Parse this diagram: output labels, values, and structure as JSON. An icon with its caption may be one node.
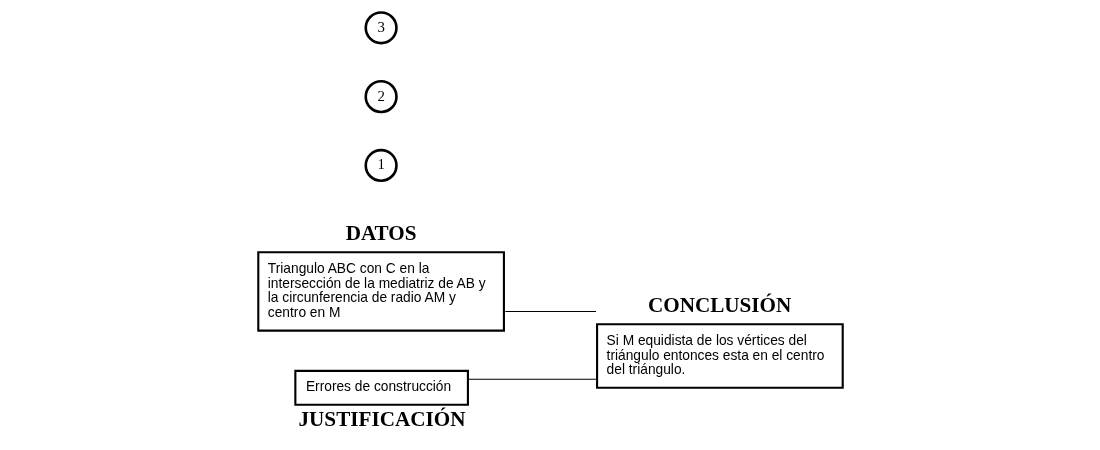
{
  "diagram": {
    "nodes": [
      {
        "text": [
          "DATOS",
          "Triangulo ABC con C en la intersección de la mediatriz de AB y la circunferencia de radio AM y centro en M"
        ]
      },
      {
        "text": [
          "Errores de construcción",
          "JUSTIFICACIÓN"
        ]
      },
      {
        "text": [
          "CONCLUSIÓN",
          "Si M equidista de los vértices del triángulo entonces esta en el centro del triángulo."
        ]
      },
      {
        "text": [
          "1"
        ]
      },
      {
        "text": [
          "2"
        ]
      },
      {
        "text": [
          "3"
        ]
      }
    ],
    "edges": [
      {
        "from": 0,
        "to": 2,
        "arrow": "none"
      },
      {
        "from": 1,
        "to": 2,
        "arrow": "none"
      }
    ]
  }
}
